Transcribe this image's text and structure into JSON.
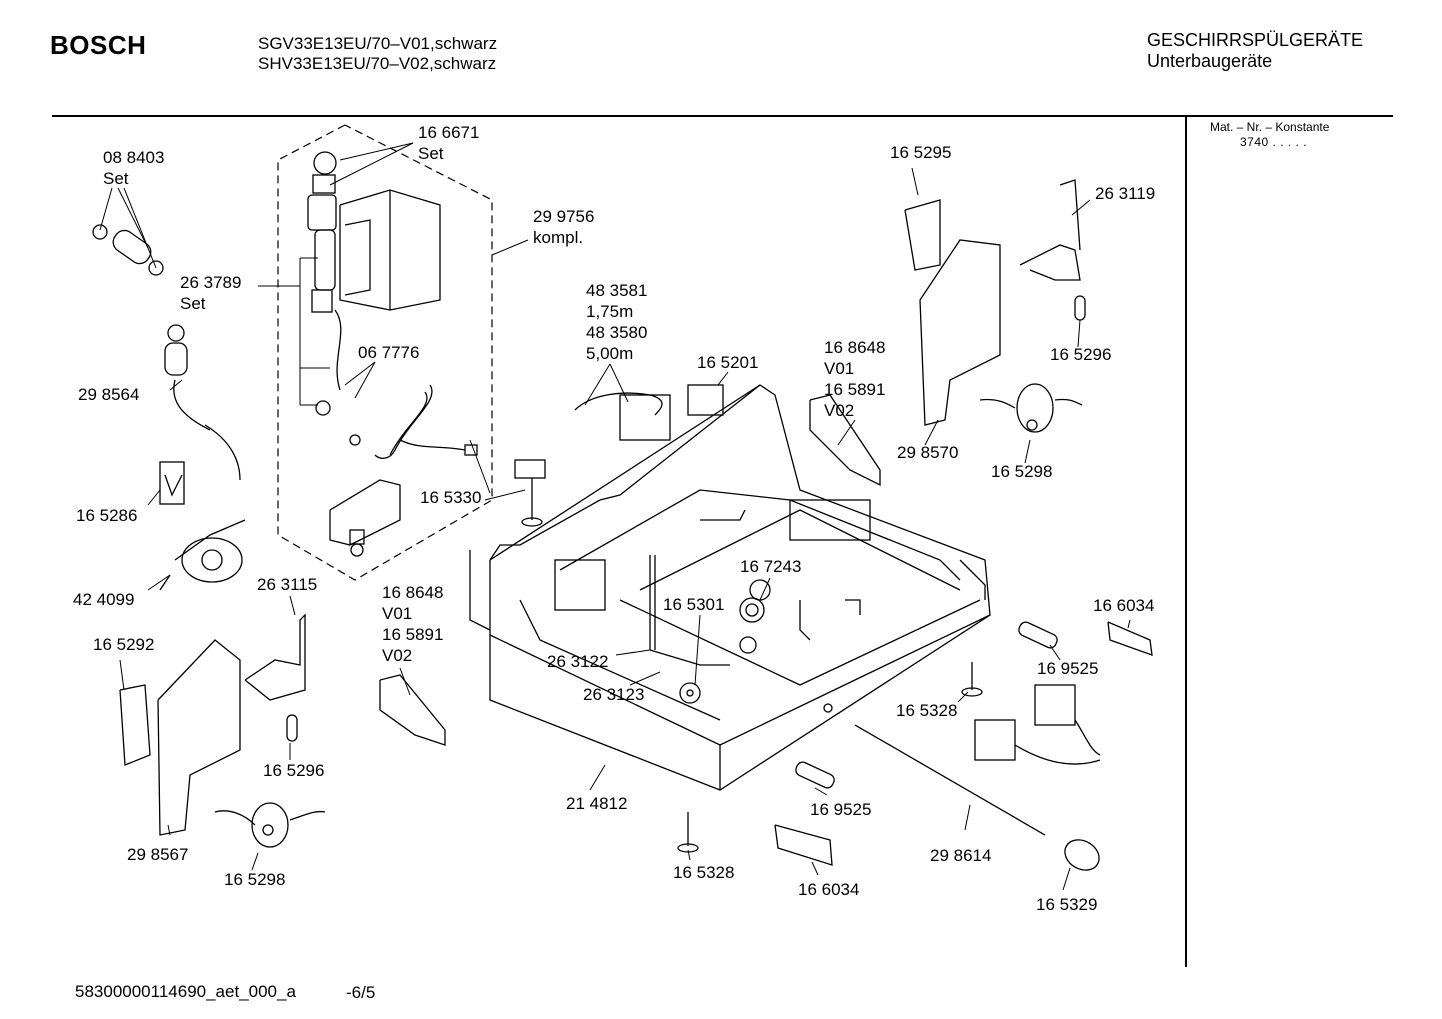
{
  "header": {
    "brand": "BOSCH",
    "model_line_1": "SGV33E13EU/70–V01,schwarz",
    "model_line_2": "SHV33E13EU/70–V02,schwarz",
    "category_line_1": "GESCHIRRSPÜLGERÄTE",
    "category_line_2": "Unterbaugeräte"
  },
  "side_panel": {
    "title": "Mat. – Nr. – Konstante",
    "value": "3740  .   .   .   .  ."
  },
  "parts": [
    {
      "id": "p1",
      "lines": [
        "08 8403",
        "Set"
      ]
    },
    {
      "id": "p2",
      "lines": [
        "16 6671",
        "Set"
      ]
    },
    {
      "id": "p3",
      "lines": [
        "29 9756",
        "kompl."
      ]
    },
    {
      "id": "p4",
      "lines": [
        "26 3789",
        "Set"
      ]
    },
    {
      "id": "p5",
      "lines": [
        "29 8564"
      ]
    },
    {
      "id": "p6",
      "lines": [
        "06 7776"
      ]
    },
    {
      "id": "p7",
      "lines": [
        "16 5286"
      ]
    },
    {
      "id": "p8",
      "lines": [
        "42 4099"
      ]
    },
    {
      "id": "p9",
      "lines": [
        "26 3115"
      ]
    },
    {
      "id": "p10",
      "lines": [
        "16 5292"
      ]
    },
    {
      "id": "p11",
      "lines": [
        "16 5296"
      ]
    },
    {
      "id": "p12",
      "lines": [
        "29 8567"
      ]
    },
    {
      "id": "p13",
      "lines": [
        "16 5298"
      ]
    },
    {
      "id": "p14",
      "lines": [
        "16 8648",
        "V01",
        "16 5891",
        "V02"
      ]
    },
    {
      "id": "p15",
      "lines": [
        "16 5330"
      ]
    },
    {
      "id": "p16",
      "lines": [
        "48 3581",
        "1,75m",
        "48 3580",
        "5,00m"
      ]
    },
    {
      "id": "p17",
      "lines": [
        "16 5201"
      ]
    },
    {
      "id": "p18",
      "lines": [
        "16 8648",
        "V01",
        "16 5891",
        "V02"
      ]
    },
    {
      "id": "p19",
      "lines": [
        "16 5295"
      ]
    },
    {
      "id": "p20",
      "lines": [
        "26 3119"
      ]
    },
    {
      "id": "p21",
      "lines": [
        "16 5296"
      ]
    },
    {
      "id": "p22",
      "lines": [
        "29 8570"
      ]
    },
    {
      "id": "p23",
      "lines": [
        "16 5298"
      ]
    },
    {
      "id": "p24",
      "lines": [
        "16 7243"
      ]
    },
    {
      "id": "p25",
      "lines": [
        "16 5301"
      ]
    },
    {
      "id": "p26",
      "lines": [
        "26 3122"
      ]
    },
    {
      "id": "p27",
      "lines": [
        "26 3123"
      ]
    },
    {
      "id": "p28",
      "lines": [
        "21 4812"
      ]
    },
    {
      "id": "p29",
      "lines": [
        "16 5328"
      ]
    },
    {
      "id": "p30",
      "lines": [
        "16 9525"
      ]
    },
    {
      "id": "p31",
      "lines": [
        "16 6034"
      ]
    },
    {
      "id": "p32",
      "lines": [
        "29 8614"
      ]
    },
    {
      "id": "p33",
      "lines": [
        "16 5329"
      ]
    },
    {
      "id": "p34",
      "lines": [
        "16 6034"
      ]
    },
    {
      "id": "p35",
      "lines": [
        "16 9525"
      ]
    },
    {
      "id": "p36",
      "lines": [
        "16 5328"
      ]
    }
  ],
  "footer": {
    "doc_id": "58300000114690_aet_000_a",
    "page": "-6/5"
  }
}
